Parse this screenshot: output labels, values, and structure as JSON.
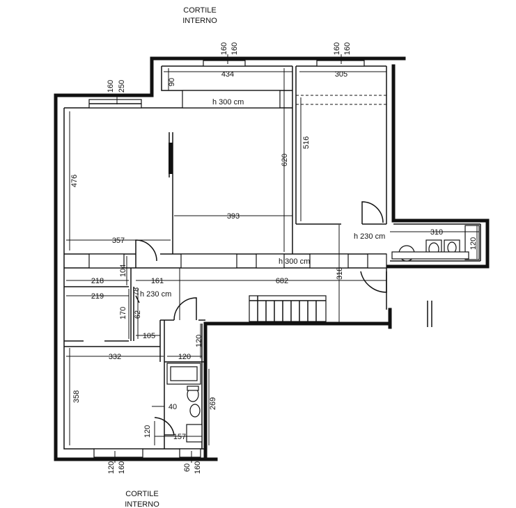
{
  "courtyard_top": [
    "CORTILE",
    "INTERNO"
  ],
  "courtyard_bottom": [
    "CORTILE",
    "INTERNO"
  ],
  "heights": {
    "h1": "h 300 cm",
    "h2": "h 230 cm",
    "h3": "h 300 cm",
    "h4": "h 230 cm"
  },
  "dims": {
    "d434": "434",
    "d305": "305",
    "d90": "90",
    "d160a": "160",
    "d160b": "160",
    "d160c": "160",
    "d160d": "160",
    "d160e": "160",
    "d250": "250",
    "d620": "620",
    "d516": "516",
    "d476": "476",
    "d393": "393",
    "d357": "357",
    "d310": "310",
    "d120a": "120",
    "d218": "218",
    "d104": "104",
    "d161": "161",
    "d682": "682",
    "d318": "318",
    "d219": "219",
    "d78": "78",
    "d170": "170",
    "d62": "62",
    "d105": "105",
    "d120b": "120",
    "d120c": "120",
    "d332": "332",
    "d358": "358",
    "d40": "40",
    "d269": "269",
    "d120d": "120",
    "d157": "157",
    "d120e": "120",
    "d160f": "160",
    "d60": "60",
    "d160g": "160"
  }
}
